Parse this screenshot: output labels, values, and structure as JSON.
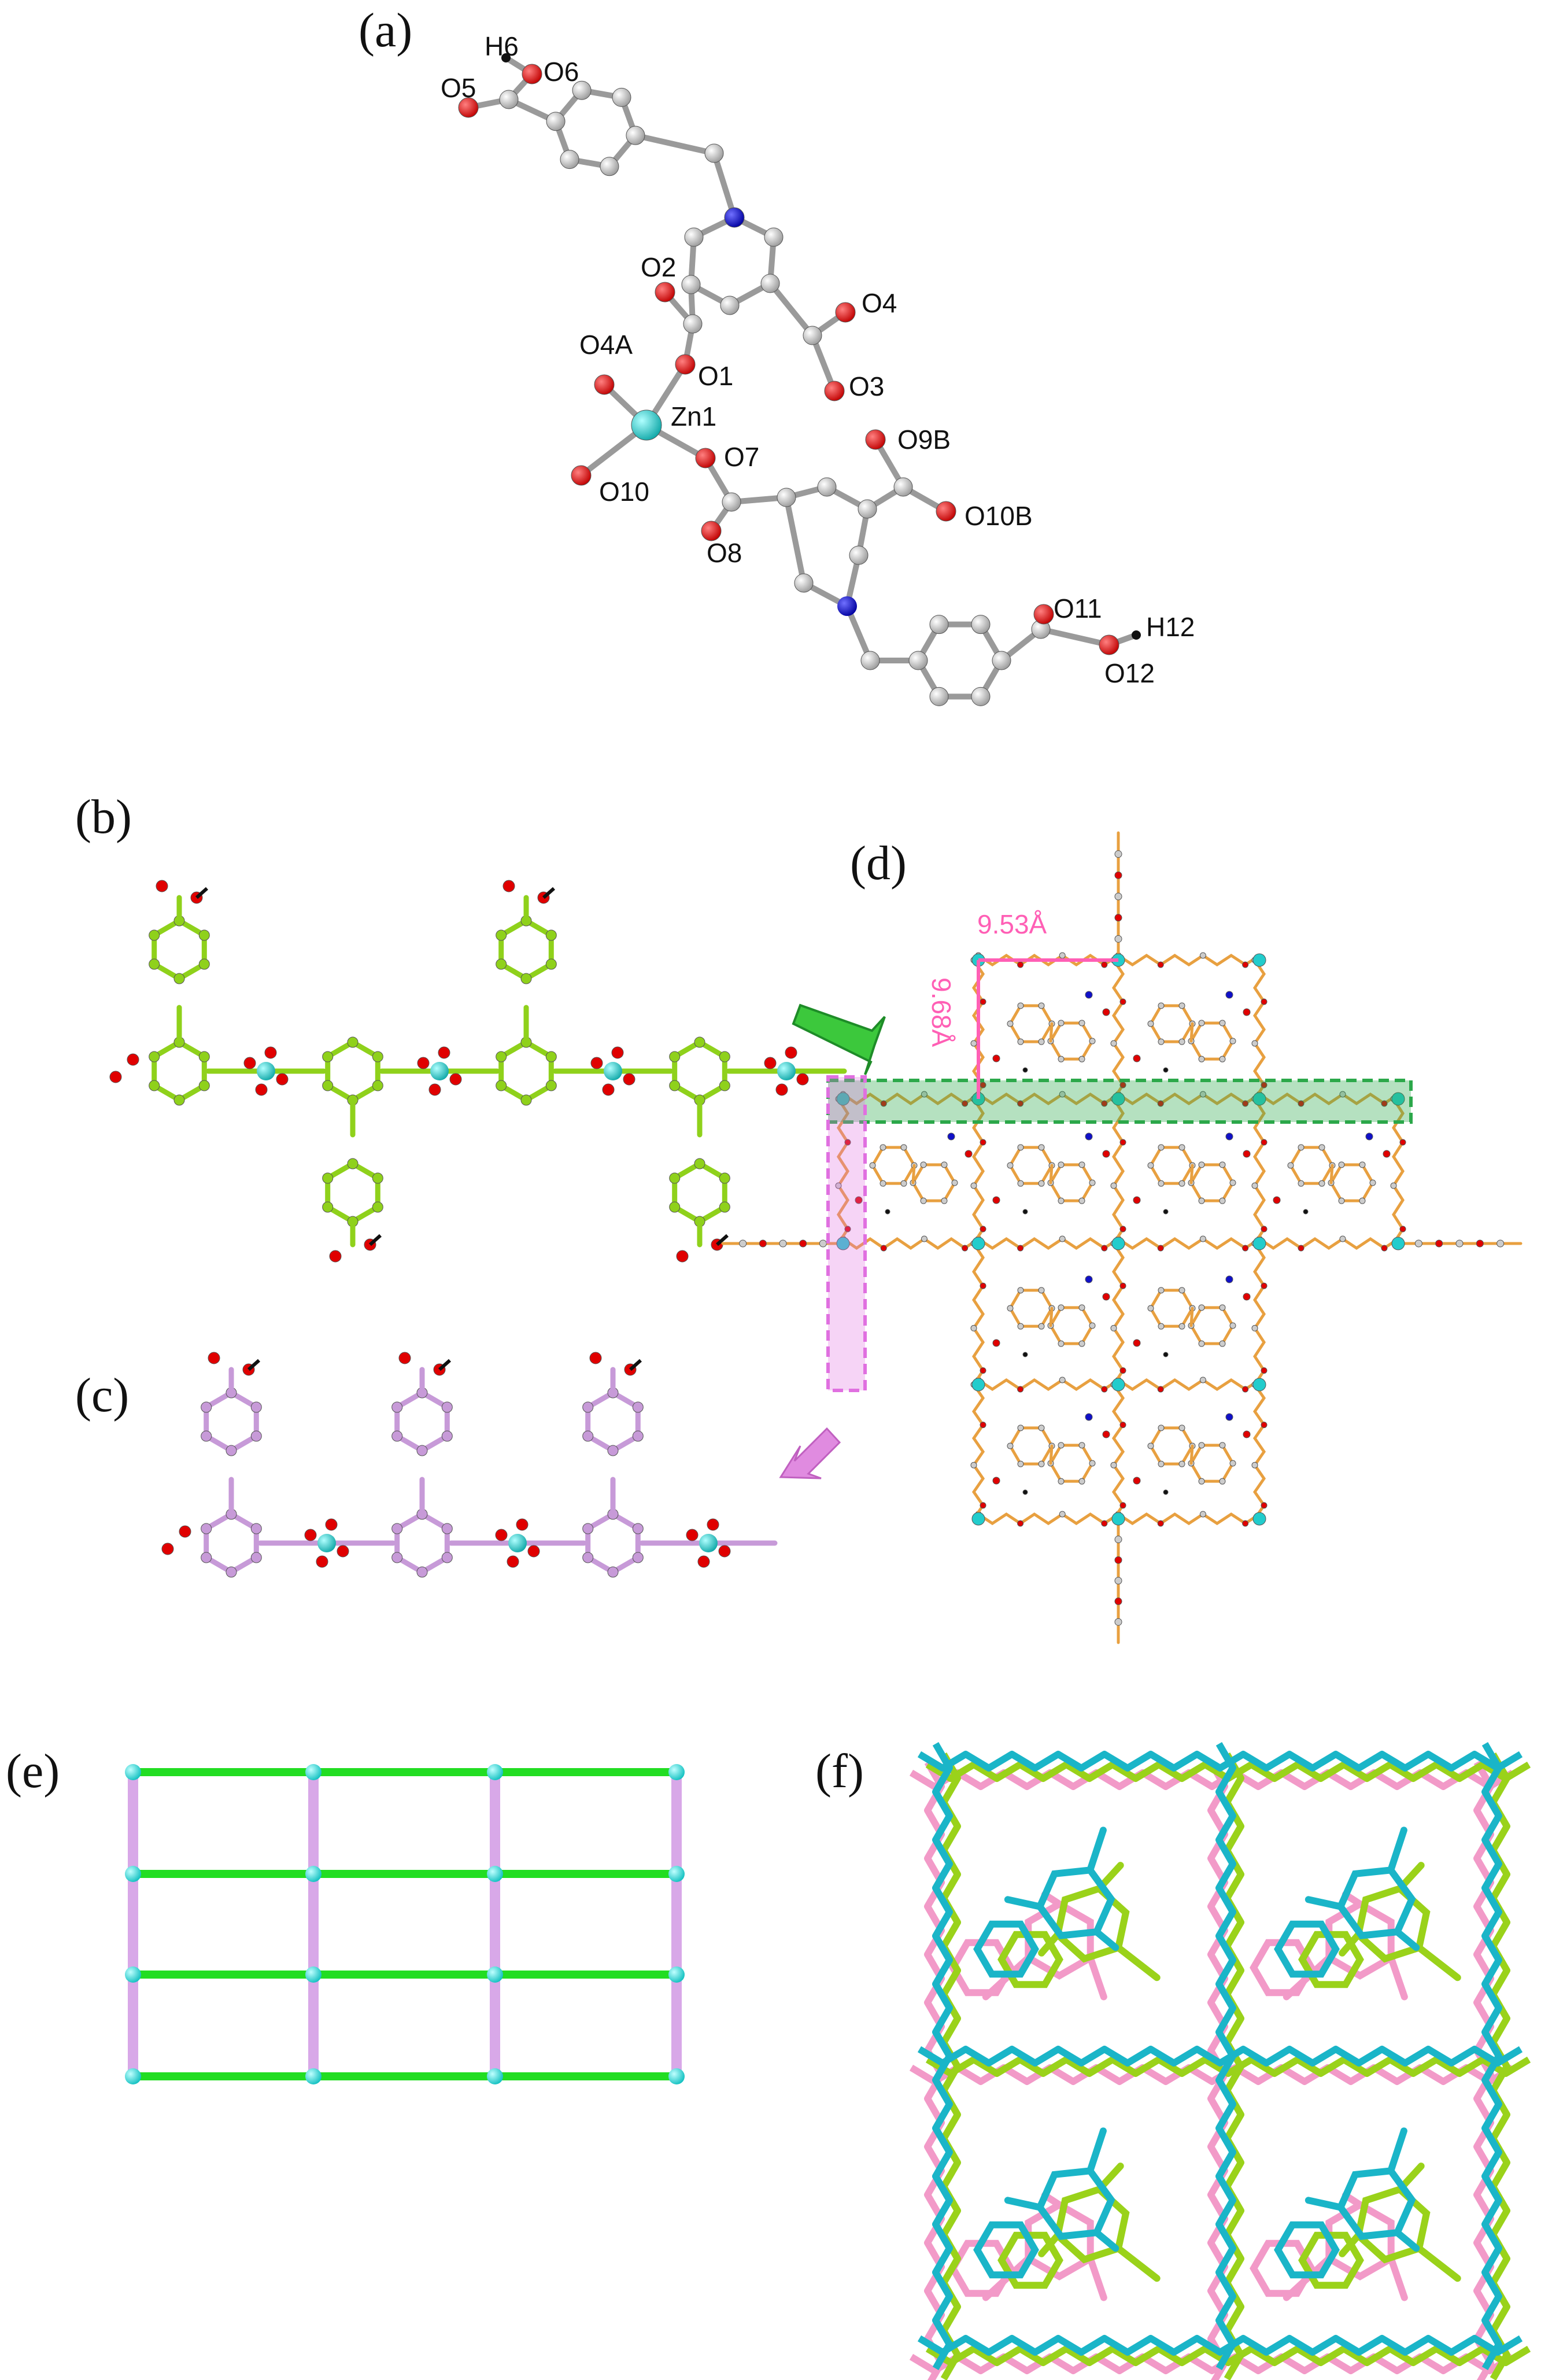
{
  "panels": {
    "a": "(a)",
    "b": "(b)",
    "c": "(c)",
    "d": "(d)",
    "e": "(e)",
    "f": "(f)"
  },
  "atom_labels": {
    "H6": "H6",
    "O5": "O5",
    "O6": "O6",
    "O2": "O2",
    "O4": "O4",
    "O4A": "O4A",
    "O1": "O1",
    "O3": "O3",
    "Zn1": "Zn1",
    "O9B": "O9B",
    "O7": "O7",
    "O10": "O10",
    "O10B": "O10B",
    "O8": "O8",
    "O11": "O11",
    "H12": "H12",
    "O12": "O12"
  },
  "dimensions": {
    "horizontal": "9.53Å",
    "vertical": "9.68Å"
  },
  "colors": {
    "carbon": "#b8b8b8",
    "oxygen": "#e60000",
    "nitrogen": "#1010c8",
    "zinc": "#22cccc",
    "chain_b": "#8fd11b",
    "chain_c": "#c79ad8",
    "framework": "#e8a040",
    "net_horizontal": "#22dd22",
    "net_vertical": "#d8a8e8",
    "net_node": "#22dddd",
    "highlight_green": "#2ca84a",
    "highlight_pink": "#e070e0",
    "dimension": "#ff5fb5",
    "net3_cyan": "#1ab5c8",
    "net3_lime": "#9ad21a",
    "net3_pink": "#f29ac8"
  }
}
